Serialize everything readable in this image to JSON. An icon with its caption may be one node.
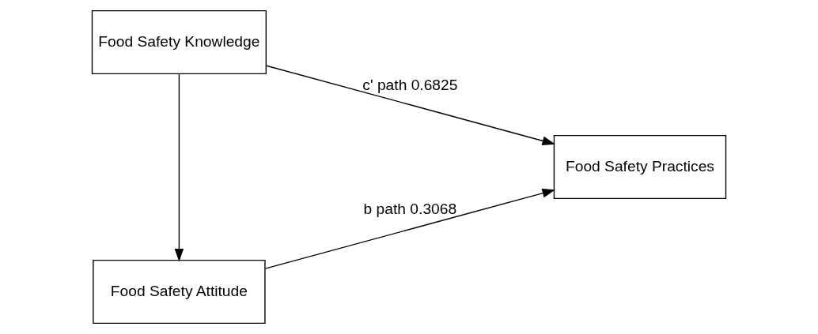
{
  "diagram": {
    "nodes": [
      {
        "text": [
          "Food Safety Knowledge"
        ]
      },
      {
        "text": [
          "Food Safety Attitude"
        ]
      },
      {
        "text": [
          "Food Safety Practices"
        ]
      }
    ],
    "edges": [
      {
        "from": 0,
        "to": 1,
        "arrow": "to"
      },
      {
        "from": 0,
        "to": 2,
        "arrow": "to",
        "label": "c' path 0.6825"
      },
      {
        "from": 1,
        "to": 2,
        "arrow": "to",
        "label": "b path 0.3068"
      }
    ]
  }
}
